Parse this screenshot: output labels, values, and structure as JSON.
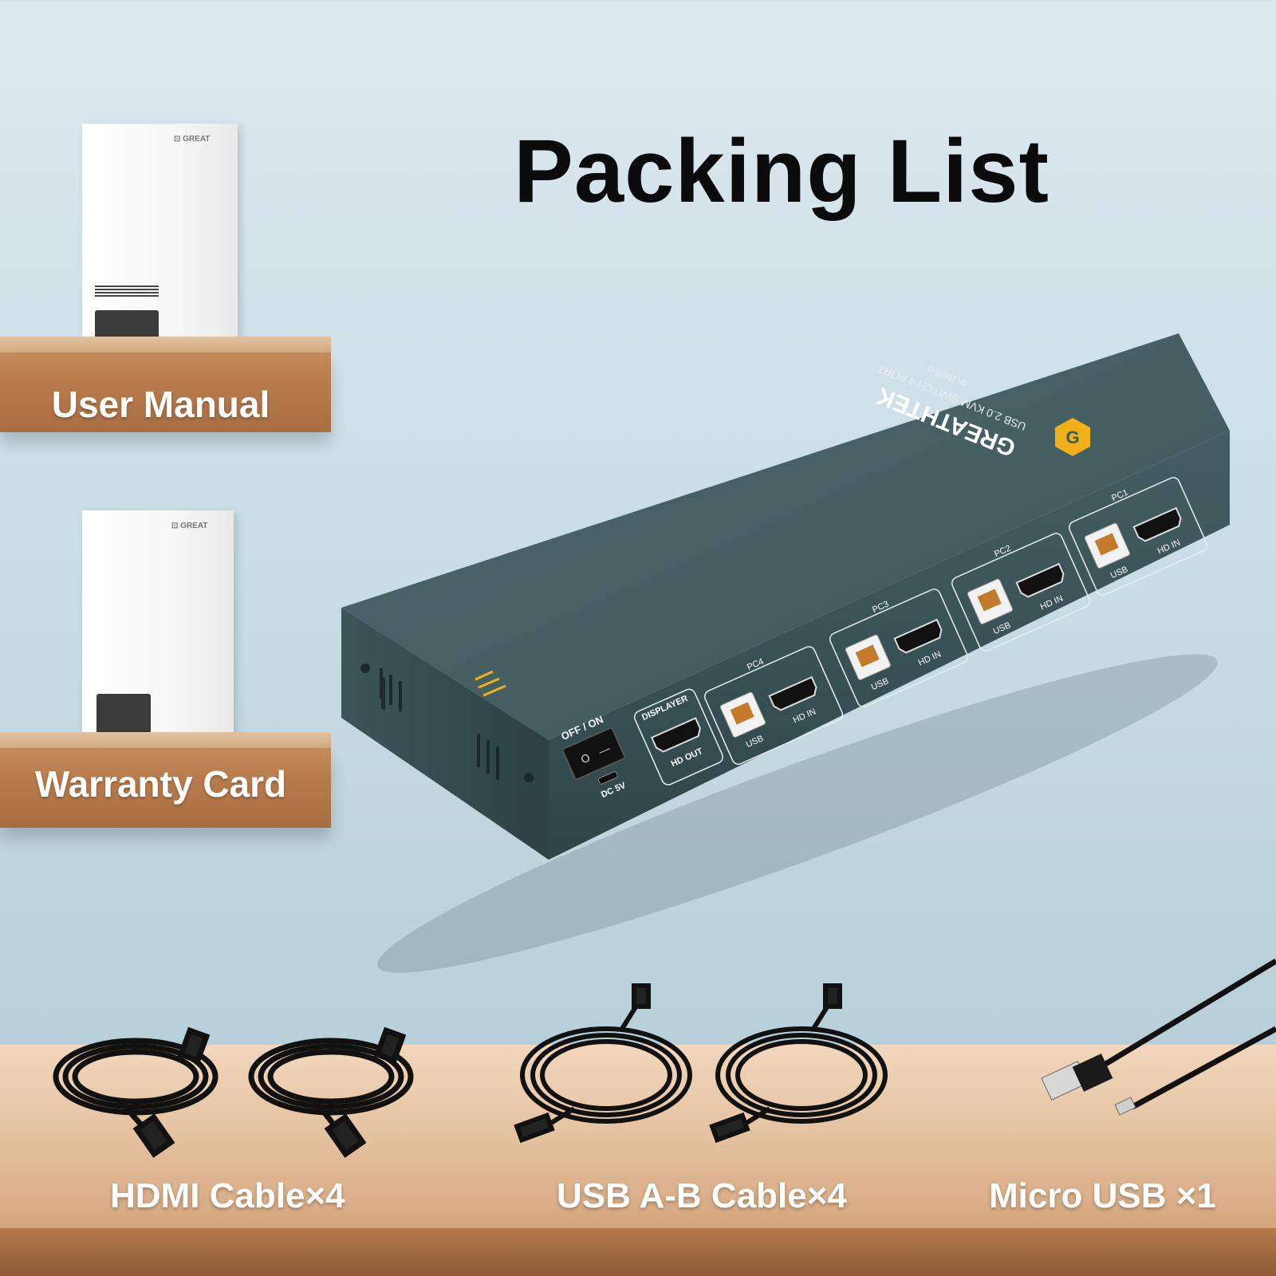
{
  "title": "Packing List",
  "shelves": {
    "manual_label": "User Manual",
    "warranty_label": "Warranty Card"
  },
  "device": {
    "brand": "GREATHTEK",
    "model_line": "USB 2.0 KVM SWITCH 4 PORT",
    "resolution": "4K@60Hz",
    "switch_label": "OFF / ON",
    "switch_off_symbol": "O",
    "switch_on_symbol": "—",
    "power_label": "DC 5V",
    "displayer_label": "DISPLAYER",
    "hd_out_label": "HD OUT",
    "ports": [
      {
        "group": "PC4",
        "usb": "USB",
        "hdmi": "HD IN"
      },
      {
        "group": "PC3",
        "usb": "USB",
        "hdmi": "HD IN"
      },
      {
        "group": "PC2",
        "usb": "USB",
        "hdmi": "HD IN"
      },
      {
        "group": "PC1",
        "usb": "USB",
        "hdmi": "HD IN"
      }
    ],
    "body_color": "#3f5a5e",
    "accent_color": "#f0b01a"
  },
  "cables": {
    "hdmi_label": "HDMI Cable×4",
    "usb_ab_label": "USB A-B Cable×4",
    "micro_usb_label": "Micro USB ×1"
  }
}
